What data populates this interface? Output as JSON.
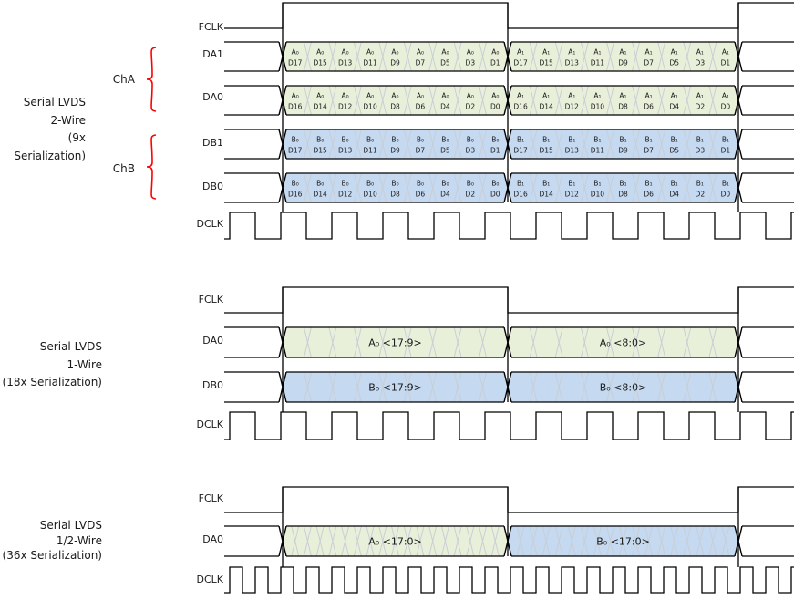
{
  "page": {
    "background": "#ffffff"
  },
  "colors": {
    "bus_green": "#e9f0da",
    "bus_blue": "#c5d9f1",
    "brace_red": "#ff0000",
    "line_black": "#000000",
    "separator_gray": "#c9ced5",
    "text": "#1a1a1a"
  },
  "diagrams": [
    {
      "title_lines": [
        "Serial LVDS",
        "2-Wire",
        "(9x Serialization)"
      ],
      "channel_groups": [
        {
          "label": "ChA",
          "signal_indices": [
            1,
            2
          ]
        },
        {
          "label": "ChB",
          "signal_indices": [
            3,
            4
          ]
        }
      ],
      "signals": [
        {
          "name": "FCLK",
          "kind": "fclk"
        },
        {
          "name": "DA1",
          "kind": "bus",
          "color": "bus_green",
          "frames": [
            {
              "word": "A₀",
              "bits": [
                "D17",
                "D15",
                "D13",
                "D11",
                "D9",
                "D7",
                "D5",
                "D3",
                "D1"
              ]
            },
            {
              "word": "A₁",
              "bits": [
                "D17",
                "D15",
                "D13",
                "D11",
                "D9",
                "D7",
                "D5",
                "D3",
                "D1"
              ]
            }
          ]
        },
        {
          "name": "DA0",
          "kind": "bus",
          "color": "bus_green",
          "frames": [
            {
              "word": "A₀",
              "bits": [
                "D16",
                "D14",
                "D12",
                "D10",
                "D8",
                "D6",
                "D4",
                "D2",
                "D0"
              ]
            },
            {
              "word": "A₁",
              "bits": [
                "D16",
                "D14",
                "D12",
                "D10",
                "D8",
                "D6",
                "D4",
                "D2",
                "D0"
              ]
            }
          ]
        },
        {
          "name": "DB1",
          "kind": "bus",
          "color": "bus_blue",
          "frames": [
            {
              "word": "B₀",
              "bits": [
                "D17",
                "D15",
                "D13",
                "D11",
                "D9",
                "D7",
                "D5",
                "D3",
                "D1"
              ]
            },
            {
              "word": "B₁",
              "bits": [
                "D17",
                "D15",
                "D13",
                "D11",
                "D9",
                "D7",
                "D5",
                "D3",
                "D1"
              ]
            }
          ]
        },
        {
          "name": "DB0",
          "kind": "bus",
          "color": "bus_blue",
          "frames": [
            {
              "word": "B₀",
              "bits": [
                "D16",
                "D14",
                "D12",
                "D10",
                "D8",
                "D6",
                "D4",
                "D2",
                "D0"
              ]
            },
            {
              "word": "B₁",
              "bits": [
                "D16",
                "D14",
                "D12",
                "D10",
                "D8",
                "D6",
                "D4",
                "D2",
                "D0"
              ]
            }
          ]
        },
        {
          "name": "DCLK",
          "kind": "dclk",
          "period": 56
        }
      ]
    },
    {
      "title_lines": [
        "Serial LVDS",
        "1-Wire",
        "(18x Serialization)"
      ],
      "channel_groups": [],
      "signals": [
        {
          "name": "FCLK",
          "kind": "fclk"
        },
        {
          "name": "DA0",
          "kind": "bus",
          "color": "bus_green",
          "frames": [
            {
              "label": "A₀ <17:9>",
              "subcells": 9
            },
            {
              "label": "A₀ <8:0>",
              "subcells": 9
            }
          ]
        },
        {
          "name": "DB0",
          "kind": "bus",
          "color": "bus_blue",
          "frames": [
            {
              "label": "B₀ <17:9>",
              "subcells": 9
            },
            {
              "label": "B₀ <8:0>",
              "subcells": 9
            }
          ]
        },
        {
          "name": "DCLK",
          "kind": "dclk",
          "period": 56
        }
      ]
    },
    {
      "title_lines": [
        "Serial LVDS",
        "1/2-Wire",
        "(36x Serialization)"
      ],
      "channel_groups": [],
      "signals": [
        {
          "name": "FCLK",
          "kind": "fclk"
        },
        {
          "name": "DA0",
          "kind": "bus",
          "frames": [
            {
              "label": "A₀ <17:0>",
              "subcells": 18,
              "color": "bus_green"
            },
            {
              "label": "B₀ <17:0>",
              "subcells": 18,
              "color": "bus_blue"
            }
          ]
        },
        {
          "name": "DCLK",
          "kind": "dclk",
          "period": 28
        }
      ]
    }
  ]
}
